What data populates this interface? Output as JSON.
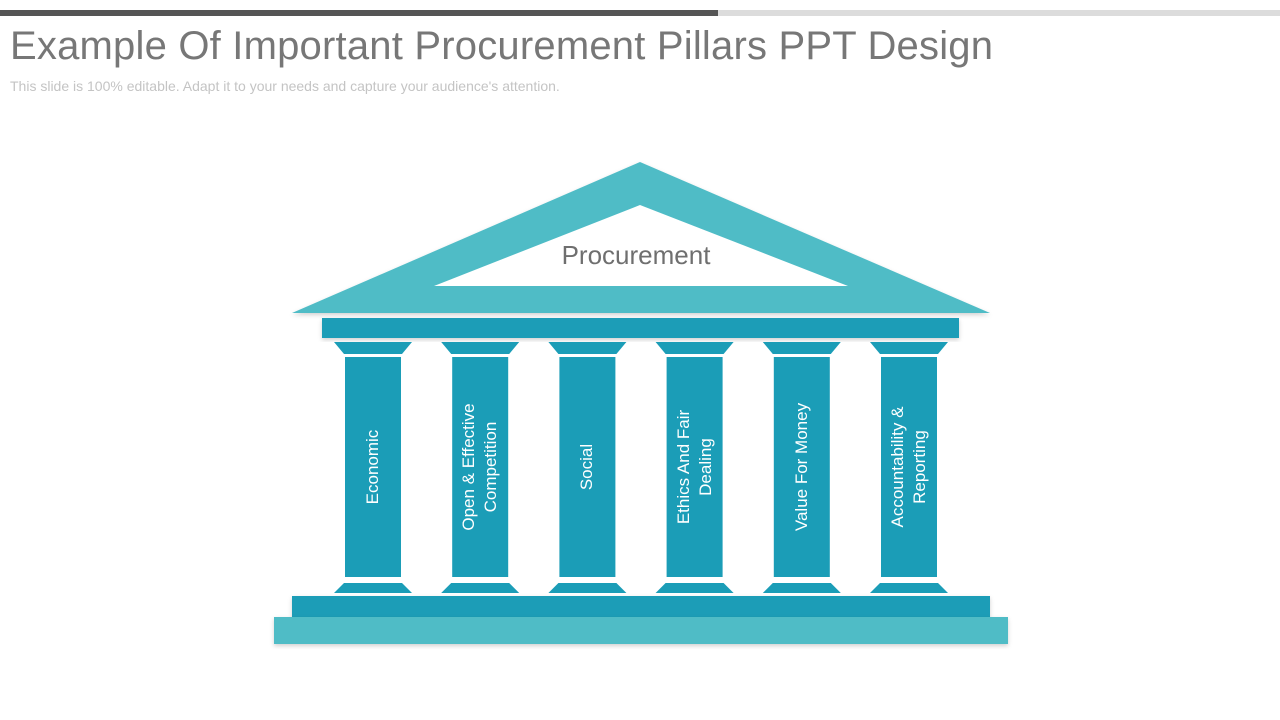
{
  "slide": {
    "title": "Example Of Important Procurement Pillars PPT Design",
    "subtitle": "This slide is 100% editable. Adapt it to your needs and capture your audience's attention."
  },
  "diagram": {
    "roof_label": "Procurement",
    "pillars": [
      {
        "label": "Economic"
      },
      {
        "label": "Open & Effective\nCompetition"
      },
      {
        "label": "Social"
      },
      {
        "label": "Ethics And Fair\nDealing"
      },
      {
        "label": "Value For Money"
      },
      {
        "label": "Accountability &\nReporting"
      }
    ],
    "colors": {
      "roof": "#4fbcc6",
      "roof_inner": "#ffffff",
      "beam": "#1b9db7",
      "pillar": "#1b9db7",
      "base_top": "#1b9db7",
      "base_bottom": "#4fbcc6",
      "progress_dark": "#555555",
      "progress_light": "#dcdcdc"
    }
  }
}
